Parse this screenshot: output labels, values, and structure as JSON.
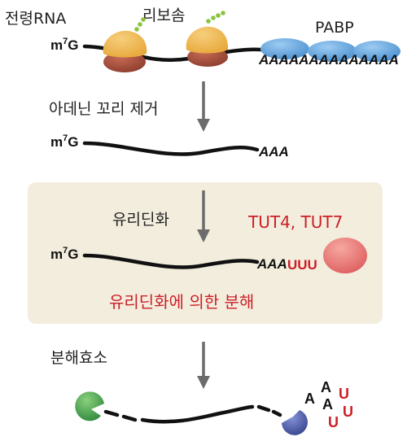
{
  "labels": {
    "transcribed_rna": "전령RNA",
    "ribosome": "리보솜",
    "pabp": "PABP",
    "deadenylation": "아데닌 꼬리 제거",
    "uridylation": "유리딘화",
    "enzymes": "TUT4, TUT7",
    "uridylation_decay": "유리딘화에 의한 분해",
    "nuclease": "분해효소"
  },
  "cap": {
    "m": "m",
    "sup": "7",
    "g": "G"
  },
  "tails": {
    "poly_a_long": "AAAAAAAAAAAAAA",
    "poly_a_short": "AAA",
    "uuu": "UUU"
  },
  "fragments": {
    "a": "A",
    "u": "U"
  },
  "colors": {
    "ribosome_top": "#e8a83c",
    "ribosome_bottom": "#a8503e",
    "pabp": "#5a9ed8",
    "tut_enzyme": "#e46f6f",
    "exo_left": "#3f9e4b",
    "exo_right": "#4757a8",
    "highlight_box": "#f3edde",
    "accent_red": "#cc1f26",
    "arrow_gray": "#6b6b6b",
    "phosphate_green": "#8ac43f"
  }
}
